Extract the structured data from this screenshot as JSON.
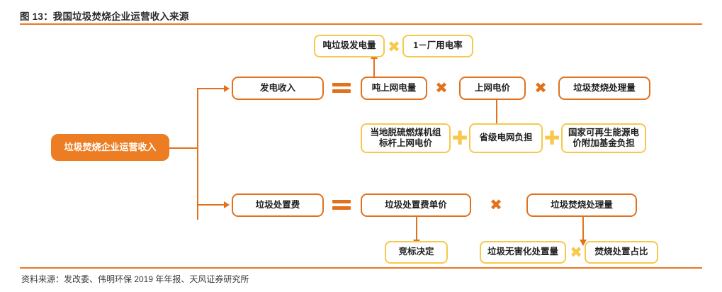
{
  "figure": {
    "title": "图 13：我国垃圾焚烧企业运营收入来源",
    "source": "资料来源：发改委、伟明环保 2019 年年报、天风证券研究所"
  },
  "colors": {
    "accent_orange": "#E87722",
    "box_orange": "#E2711D",
    "box_yellow": "#F7C84B",
    "fill_orange": "#EC7D22",
    "text": "#231f20"
  },
  "nodes": {
    "root": "垃圾焚烧企业运营收入",
    "branch_power": "发电收入",
    "branch_fee": "垃圾处置费",
    "ton_grid_power": "吨上网电量",
    "grid_price": "上网电价",
    "incineration_volume": "垃圾焚烧处理量",
    "ton_waste_generation": "吨垃圾发电量",
    "one_minus_plant_rate": "1－厂用电率",
    "coal_benchmark_price": "当地脱硫燃煤机组\n标杆上网电价",
    "provincial_grid_burden": "省级电网负担",
    "national_renewable_fund": "国家可再生能源电\n价附加基金负担",
    "fee_unit_price": "垃圾处置费单价",
    "incineration_volume2": "垃圾焚烧处理量",
    "bidding_decision": "竞标决定",
    "harmless_volume": "垃圾无害化处置量",
    "incineration_share": "焚烧处置占比"
  },
  "operators": {
    "equals": "=",
    "times": "✖",
    "plus": "✚"
  }
}
